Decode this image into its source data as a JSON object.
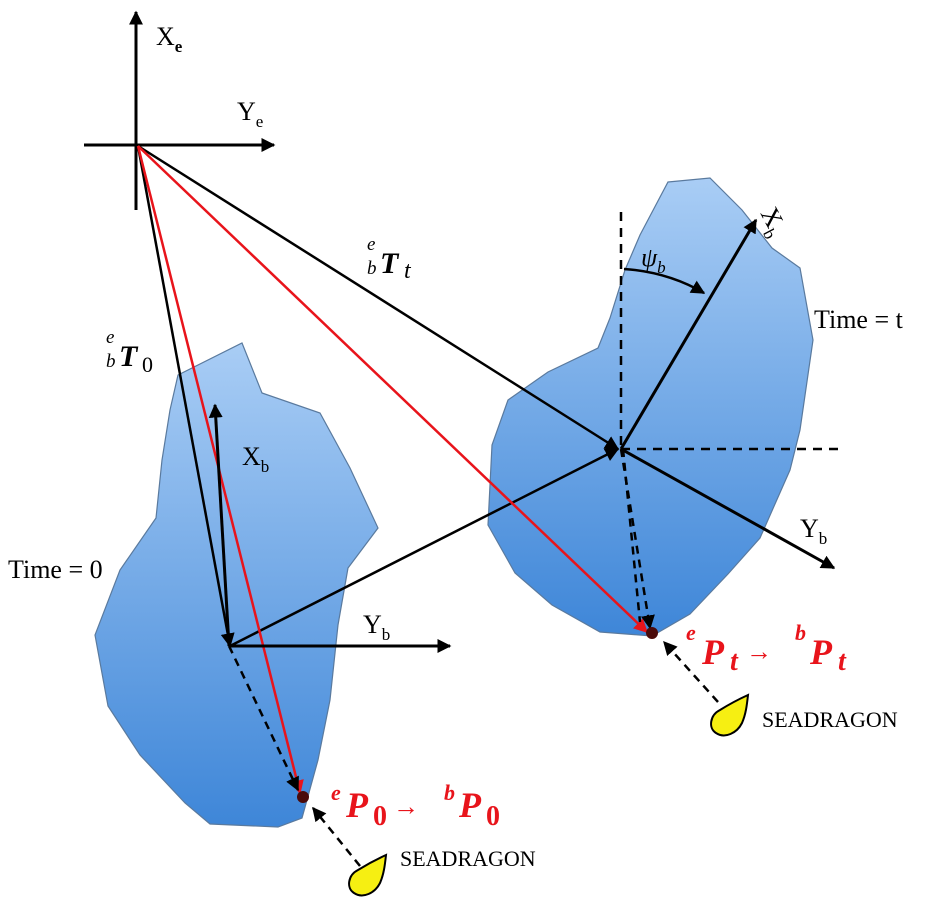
{
  "earth_frame": {
    "x_axis": "X",
    "x_sub": "e",
    "y_axis": "Y",
    "y_sub": "e"
  },
  "body_frame_0": {
    "x_axis": "X",
    "x_sub": "b",
    "y_axis": "Y",
    "y_sub": "b",
    "time_label": "Time = 0"
  },
  "body_frame_t": {
    "x_axis": "X",
    "x_sub": "b",
    "y_axis": "Y",
    "y_sub": "b",
    "heading": "ψ",
    "heading_sub": "b",
    "time_label": "Time = t"
  },
  "transforms": {
    "T0": {
      "sup": "e",
      "sub": "b",
      "main": "T",
      "idx": "0"
    },
    "Tt": {
      "sup": "e",
      "sub": "b",
      "main": "T",
      "idx": "t"
    }
  },
  "points": {
    "P0": {
      "sup_e": "e",
      "main": "P",
      "idx": "0",
      "arrow": "→",
      "sup_b": "b"
    },
    "Pt": {
      "sup_e": "e",
      "main": "P",
      "idx": "t",
      "arrow": "→",
      "sup_b": "b"
    }
  },
  "sensors": [
    {
      "label": "SEADRAGON"
    },
    {
      "label": "SEADRAGON"
    }
  ],
  "colors": {
    "body_fill_top": "#a9cdf5",
    "body_fill_bottom": "#3e86d8",
    "body_stroke": "#5a7a9e",
    "red": "#e8141b",
    "sensor_fill": "#f6ef12"
  }
}
